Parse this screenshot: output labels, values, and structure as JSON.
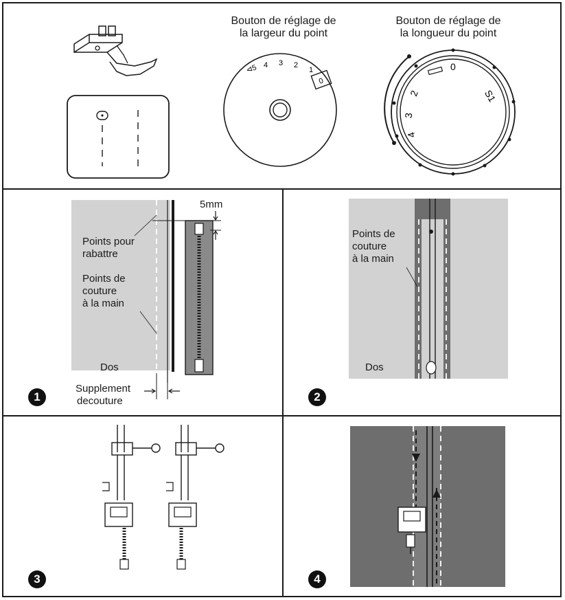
{
  "panels": {
    "top": {
      "width_dial_title_line1": "Bouton de réglage de",
      "width_dial_title_line2": "la largeur du point",
      "length_dial_title_line1": "Bouton de réglage de",
      "length_dial_title_line2": "la longueur du point",
      "width_dial_numbers": [
        "5",
        "4",
        "3",
        "2",
        "1",
        "0"
      ],
      "length_dial_numbers": [
        "0",
        "2",
        "3",
        "4",
        "S1"
      ]
    },
    "step1": {
      "badge": "1",
      "measure": "5mm",
      "label_rabattre_line1": "Points pour",
      "label_rabattre_line2": "rabattre",
      "label_main_line1": "Points de",
      "label_main_line2": "couture",
      "label_main_line3": "à la main",
      "label_dos": "Dos",
      "label_supplement_line1": "Supplement",
      "label_supplement_line2": "decouture"
    },
    "step2": {
      "badge": "2",
      "label_main_line1": "Points de",
      "label_main_line2": "couture",
      "label_main_line3": "à la main",
      "label_dos": "Dos"
    },
    "step3": {
      "badge": "3"
    },
    "step4": {
      "badge": "4"
    }
  },
  "colors": {
    "fabric": "#d2d2d2",
    "dark_fabric": "#6e6e6e",
    "zipper_tape": "#8a8a8a",
    "line": "#1a1a1a"
  }
}
